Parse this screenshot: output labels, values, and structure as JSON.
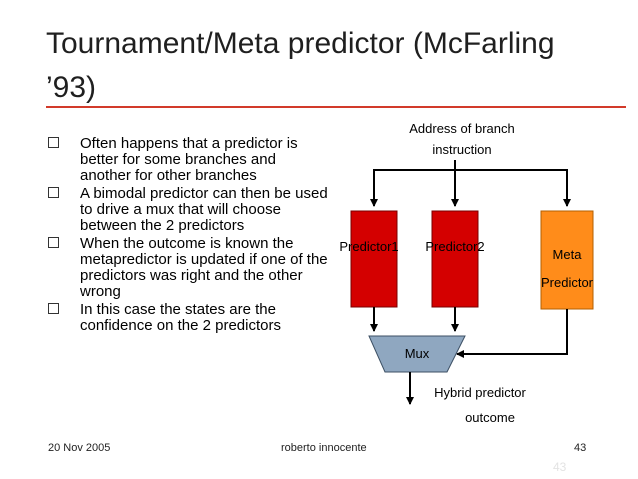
{
  "slide": {
    "title": "Tournament/Meta predictor (McFarling ’93)",
    "bullets": [
      "Often happens that a predictor is better for some branches and another for other branches",
      "A bimodal predictor can then be used to drive a mux that will choose between the 2 predictors",
      "When the outcome is known the metapredictor is updated if one of the predictors was right and the other wrong",
      "In this case the states are the confidence on the 2 predictors"
    ],
    "footer": {
      "date": "20 Nov 2005",
      "author": "roberto innocente",
      "page": "43",
      "faint_page": "43"
    }
  },
  "diagram": {
    "address_line1": "Address of branch",
    "address_line2": "instruction",
    "predictor1": "Predictor1",
    "predictor2": "Predictor2",
    "meta_line1": "Meta",
    "meta_line2": "Predictor",
    "mux": "Mux",
    "hybrid_line1": "Hybrid predictor",
    "hybrid_line2": "outcome"
  },
  "colors": {
    "predictor": "#d40000",
    "meta": "#ff8c1a",
    "mux": "#8fa7c0",
    "rule": "#d23a2a"
  }
}
